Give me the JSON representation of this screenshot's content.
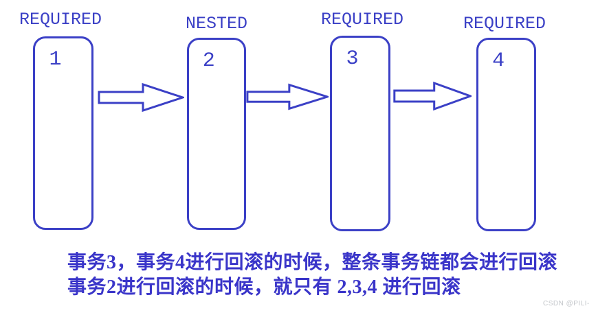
{
  "colors": {
    "diagram_blue": "#3b40c6",
    "caption_text_blue": "#3a35c9",
    "watermark_gray": "#c2c5c9",
    "background": "#ffffff"
  },
  "icons": {
    "arrow": "block-arrow-right-icon"
  },
  "nodes": [
    {
      "label": "REQUIRED",
      "number": "1"
    },
    {
      "label": "NESTED",
      "number": "2"
    },
    {
      "label": "REQUIRED",
      "number": "3"
    },
    {
      "label": "REQUIRED",
      "number": "4"
    }
  ],
  "caption": {
    "line1": "事务3，事务4进行回滚的时候，整条事务链都会进行回滚",
    "line2": "事务2进行回滚的时候，就只有 2,3,4 进行回滚"
  },
  "watermark": "CSDN @PILI-"
}
